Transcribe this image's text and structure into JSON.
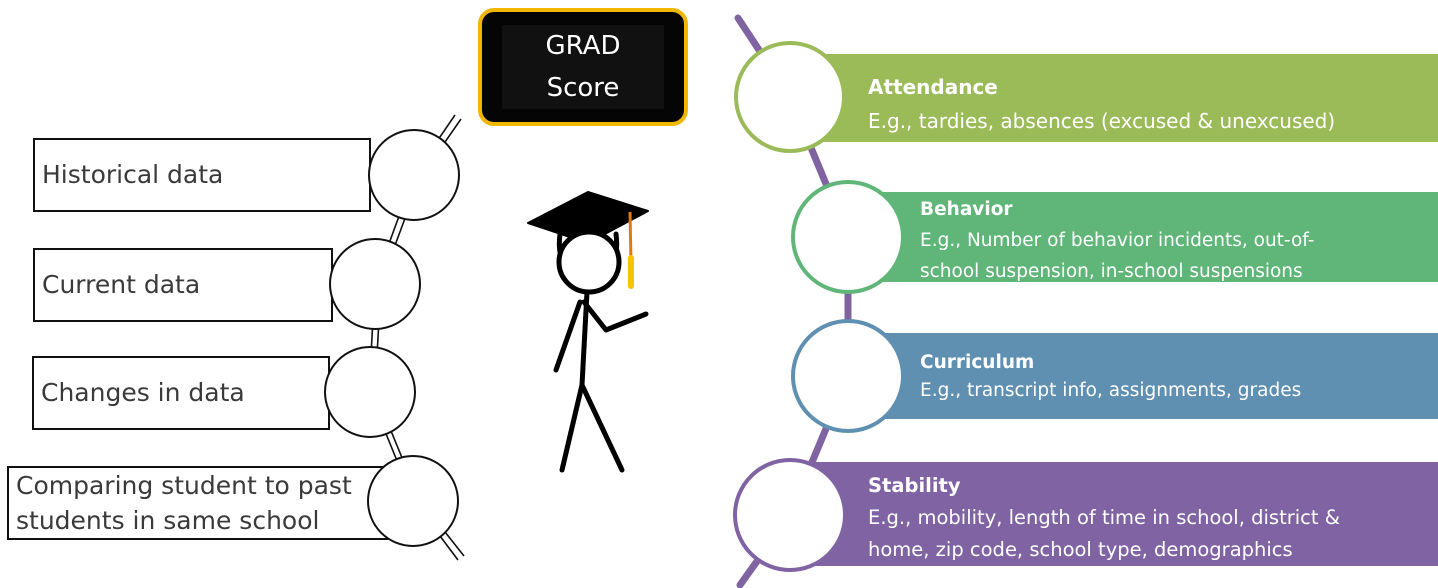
{
  "grad_score": {
    "line1": "GRAD",
    "line2": "Score"
  },
  "left_items": [
    {
      "label": "Historical data"
    },
    {
      "label": "Current data"
    },
    {
      "label": "Changes in data"
    },
    {
      "label_line1": "Comparing student to past",
      "label_line2": "students in same school"
    }
  ],
  "right_items": [
    {
      "title": "Attendance",
      "desc_line1": "E.g., tardies, absences (excused & unexcused)",
      "color": "#9bbb59"
    },
    {
      "title": "Behavior",
      "desc_line1": "E.g., Number of behavior incidents, out-of-",
      "desc_line2": "school suspension, in-school suspensions",
      "color": "#5fb678"
    },
    {
      "title": "Curriculum",
      "desc_line1": "E.g., transcript info, assignments, grades",
      "color": "#5f8fb1"
    },
    {
      "title": "Stability",
      "desc_line1": "E.g., mobility, length of time in school, district &",
      "desc_line2": "home, zip code, school type, demographics",
      "color": "#7f63a3"
    }
  ],
  "colors": {
    "spine_right": "#8064a2",
    "grad_border": "#f2b705",
    "tassel": "#f5c400"
  }
}
